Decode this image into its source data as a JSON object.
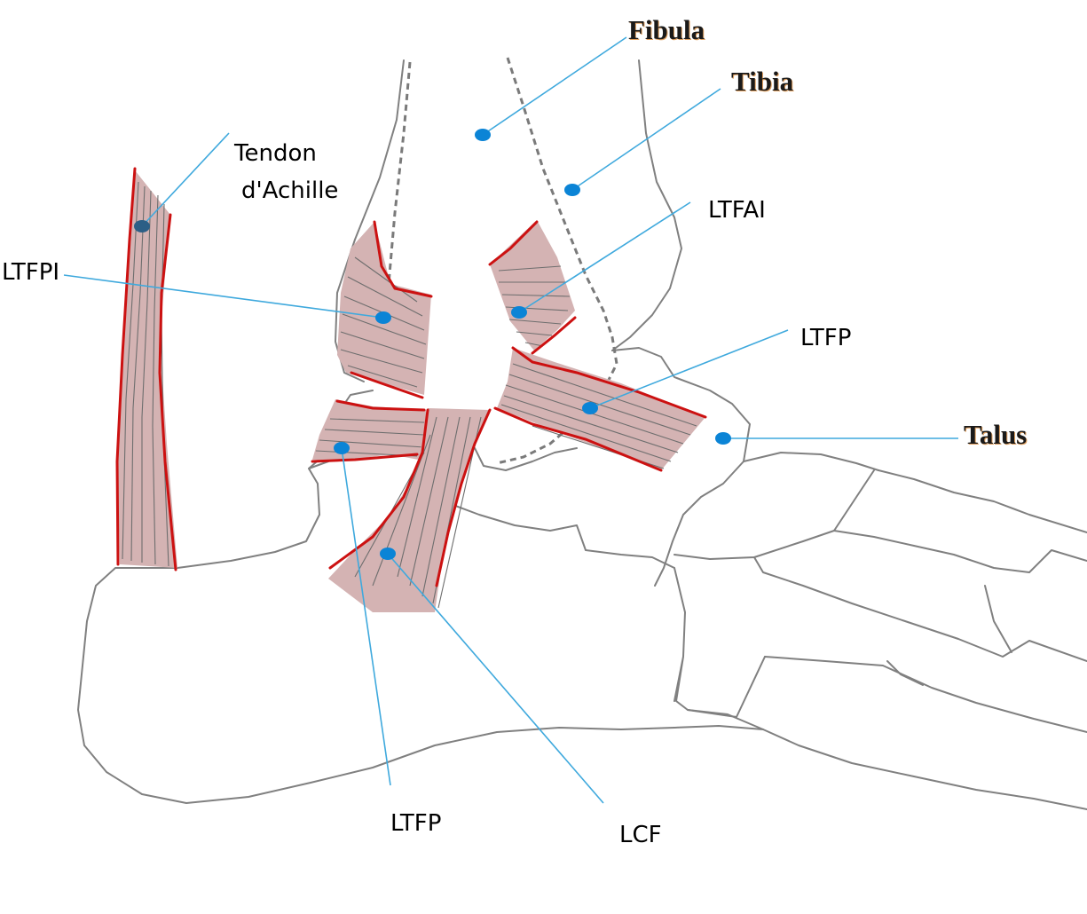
{
  "labels": {
    "fibula": "Fibula",
    "tibia": "Tibia",
    "talus": "Talus",
    "achilles_line1": "Tendon",
    "achilles_line2": "d'Achille",
    "ltfpi": "LTFPI",
    "ltfai": "LTFAI",
    "ltfp_upper": "LTFP",
    "ltfp_lower": "LTFP",
    "lcf": "LCF"
  },
  "colors": {
    "ligament_fill": "#d4b3b3",
    "ligament_edge": "#cc1111",
    "leader_line": "#3fa9dd",
    "marker_dot": "#0b84d6",
    "bone_outline": "#808080"
  }
}
